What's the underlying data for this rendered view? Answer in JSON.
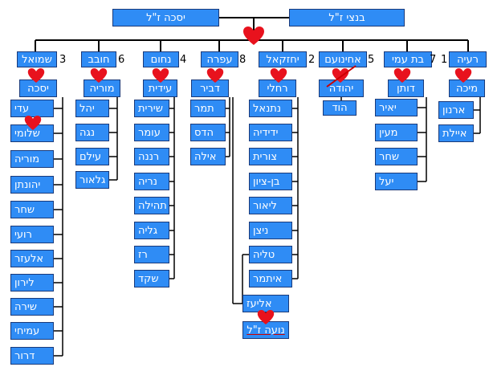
{
  "couple": {
    "husband": "בנצי ז\"ל",
    "wife": "יסכה ז\"ל"
  },
  "children": [
    {
      "name": "רעיה",
      "number": "1",
      "spouse": "מיכה",
      "grandchildren": [
        "ארנון",
        "איילת"
      ]
    },
    {
      "name": "בת עמי",
      "number": "7",
      "spouse": "דותן",
      "grandchildren": [
        "יאיר",
        "מעין",
        "שחר",
        "יעל"
      ]
    },
    {
      "name": "אחינועם",
      "number": "5",
      "spouse": "יהודה",
      "grandchildren": [
        "הוד"
      ]
    },
    {
      "name": "יחזקאל",
      "number": "2",
      "spouse": "רחלי",
      "grandchildren": [
        "נתנאל",
        "ידידיה",
        "צורית",
        "בן-ציון",
        "ליאור",
        "ניצן",
        "טליה",
        "איתמר"
      ],
      "extra_child": "אליעז",
      "extra_spouse": "נועה ז\"ל"
    },
    {
      "name": "עפרה",
      "number": "8",
      "spouse": "דביר",
      "grandchildren": [
        "תמר",
        "הדס",
        "אילה"
      ]
    },
    {
      "name": "נחום",
      "number": "4",
      "spouse": "עידית",
      "grandchildren": [
        "שירית",
        "עומר",
        "רננה",
        "נריה",
        "תהילה",
        "גליה",
        "רז",
        "שקד"
      ]
    },
    {
      "name": "חובב",
      "number": "6",
      "spouse": "מוריה",
      "grandchildren": [
        "יהל",
        "נגה",
        "עילם",
        "גלאור"
      ]
    },
    {
      "name": "שמואל",
      "number": "3",
      "spouse": "יסכה",
      "grandchildren": [
        "עדי",
        "שלומי",
        "מוריה",
        "יהונתן",
        "שחר",
        "רועי",
        "אלעזר",
        "לירון",
        "שירה",
        "עמיחי",
        "דרור"
      ]
    }
  ],
  "colors": {
    "box": "#2f8cf5",
    "line": "#000000",
    "heart": "#e8121d"
  }
}
